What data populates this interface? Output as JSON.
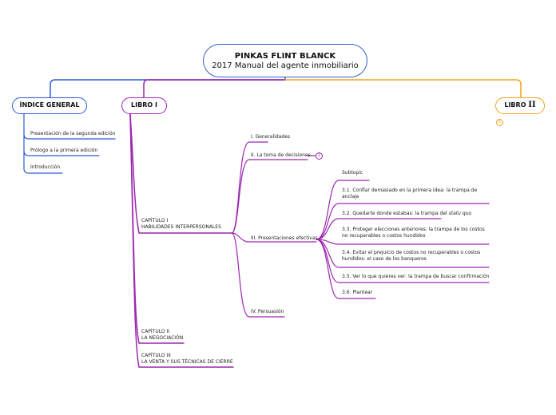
{
  "root": {
    "title": "PINKAS FLINT BLANCK",
    "subtitle": "2017 Manual del agente inmobiliario"
  },
  "indice": {
    "label": "ÍNDICE GENERAL",
    "items": [
      "Presentación de la segunda edición",
      "Prólogo a la primera edición",
      "Introducción"
    ]
  },
  "libro1": {
    "label": "LIBRO I",
    "capitulo1": {
      "line1": "CAPÍTULO I",
      "line2": "HABILIDADES INTERPERSONALES",
      "sections": {
        "s1": "I. Generalidades",
        "s2": "II. La toma de decisiones",
        "s2_badge": "2",
        "s3": "III. Presentaciones efectivas",
        "s4": "IV. Persuasión"
      },
      "subtopics": {
        "t0": "Subtopic",
        "t1": "3.1. Confiar demasiado en la primera idea: la trampa de anclaje",
        "t2a": "3.2. Quedarte donde estabas: la trampa del ",
        "t2b": "statu quo",
        "t3": "3.3. Proteger elecciones anteriores: la trampa de los costos no recuperables o costos hundidos",
        "t4": "3.4. Evitar el prejuicio de costos no recuperables o costos hundidos: el caso de los banqueros",
        "t5": "3.5. Ver lo que quieres ver: la trampa de buscar confirmación",
        "t6": "3.6. Plantear"
      }
    },
    "capitulo2": {
      "line1": "CAPÍTULO II",
      "line2": "LA NEGOCIACIÓN"
    },
    "capitulo3": {
      "line1": "CAPÍTULO III",
      "line2": "LA VENTA Y SUS TÉCNICAS DE CIERRE"
    }
  },
  "libro2": {
    "label": "LIBRO ",
    "label_numeral": "II",
    "badge": "5"
  },
  "colors": {
    "root": "#3a5fcd",
    "indice": "#2a5bd7",
    "libro1": "#9c27b0",
    "libro2": "#f2a31b"
  }
}
